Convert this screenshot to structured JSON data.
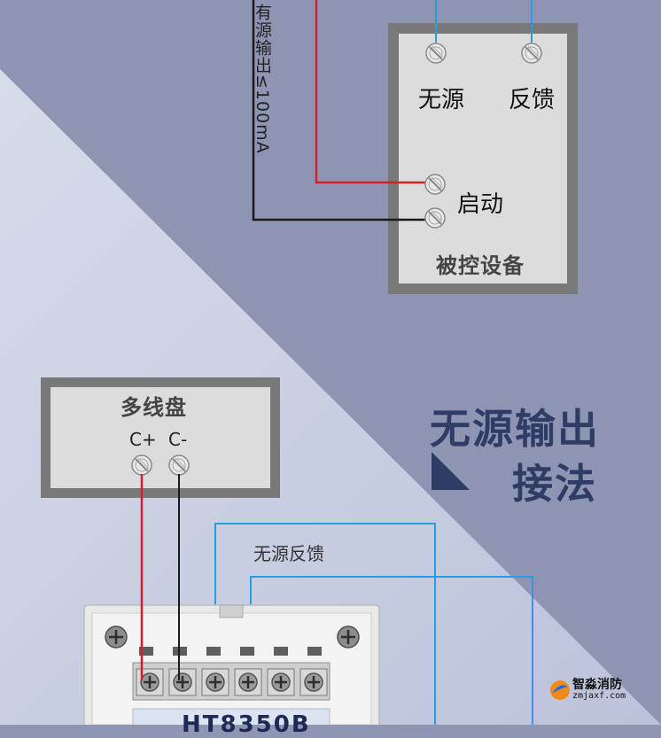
{
  "controlled_device": {
    "label_passive": "无源",
    "label_feedback": "反馈",
    "label_start": "启动",
    "caption": "被控设备"
  },
  "wire_note": "有源输出≤100mA",
  "panel": {
    "title": "多线盘",
    "terminal_plus": "C+",
    "terminal_minus": "C-"
  },
  "heading": {
    "line1": "无源输出",
    "line2": "接法"
  },
  "feedback_label": "无源反馈",
  "module_label": "HT8350B",
  "watermark": {
    "name": "智淼消防",
    "url": "zmjaxf.com"
  },
  "colors": {
    "wire_red": "#d4202b",
    "wire_black": "#1a1a1a",
    "wire_blue": "#2c9be0",
    "accent": "#2f3c66"
  },
  "icons": [
    "terminal-screw-icon",
    "triangle-marker-icon",
    "brand-logo-icon"
  ]
}
